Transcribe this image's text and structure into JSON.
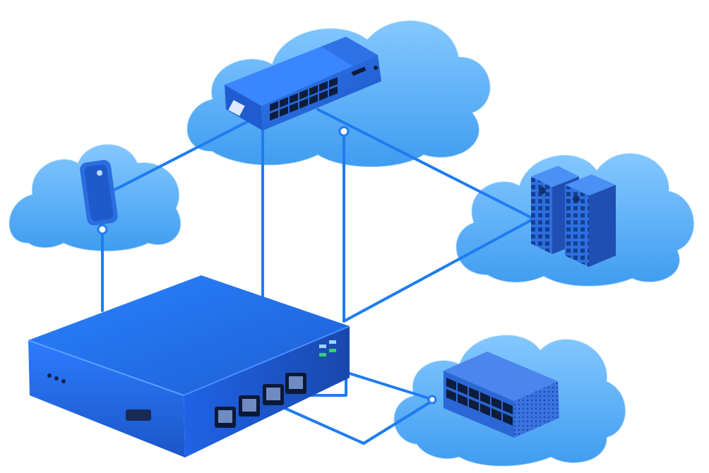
{
  "diagram": {
    "clouds": [
      {
        "id": "cloud-top",
        "name": "top-cloud"
      },
      {
        "id": "cloud-left",
        "name": "left-cloud"
      },
      {
        "id": "cloud-right",
        "name": "right-cloud"
      },
      {
        "id": "cloud-bottom-right",
        "name": "bottom-right-cloud"
      }
    ],
    "devices": [
      {
        "id": "router",
        "icon": "router-icon"
      },
      {
        "id": "switch",
        "icon": "network-switch-icon"
      },
      {
        "id": "mobile",
        "icon": "mobile-device-icon"
      },
      {
        "id": "servers",
        "icon": "server-tower-icon"
      },
      {
        "id": "patch",
        "icon": "patch-panel-icon"
      }
    ],
    "colors": {
      "cloud_top": "#7cc4ff",
      "cloud_bottom": "#3f9cf0",
      "device_blue": "#2b72e6",
      "device_dark": "#1a57c7",
      "link": "#1f7cf0",
      "led": "#36d16b"
    }
  }
}
